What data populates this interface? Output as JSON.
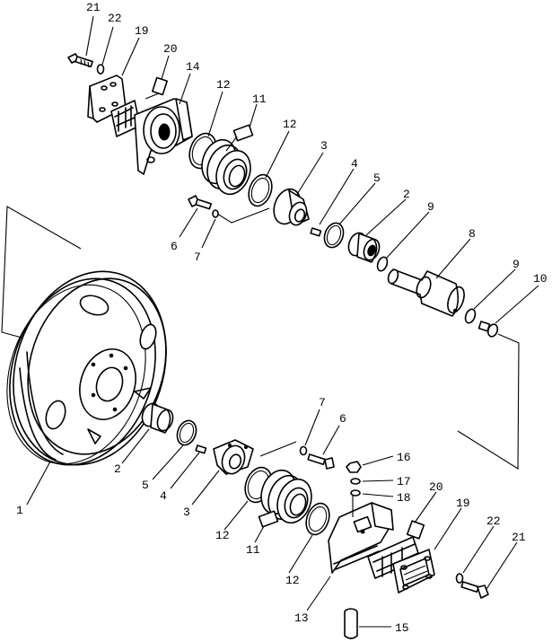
{
  "callouts": [
    {
      "id": "c21a",
      "text": "21"
    },
    {
      "id": "c22a",
      "text": "22"
    },
    {
      "id": "c19a",
      "text": "19"
    },
    {
      "id": "c20a",
      "text": "20"
    },
    {
      "id": "c14",
      "text": "14"
    },
    {
      "id": "c12a",
      "text": "12"
    },
    {
      "id": "c11a",
      "text": "11"
    },
    {
      "id": "c12b",
      "text": "12"
    },
    {
      "id": "c3a",
      "text": "3"
    },
    {
      "id": "c4a",
      "text": "4"
    },
    {
      "id": "c5a",
      "text": "5"
    },
    {
      "id": "c2a",
      "text": "2"
    },
    {
      "id": "c9a",
      "text": "9"
    },
    {
      "id": "c8",
      "text": "8"
    },
    {
      "id": "c9b",
      "text": "9"
    },
    {
      "id": "c10",
      "text": "10"
    },
    {
      "id": "c6a",
      "text": "6"
    },
    {
      "id": "c7a",
      "text": "7"
    },
    {
      "id": "c1",
      "text": "1"
    },
    {
      "id": "c2b",
      "text": "2"
    },
    {
      "id": "c5b",
      "text": "5"
    },
    {
      "id": "c4b",
      "text": "4"
    },
    {
      "id": "c3b",
      "text": "3"
    },
    {
      "id": "c7b",
      "text": "7"
    },
    {
      "id": "c6b",
      "text": "6"
    },
    {
      "id": "c16",
      "text": "16"
    },
    {
      "id": "c17",
      "text": "17"
    },
    {
      "id": "c18",
      "text": "18"
    },
    {
      "id": "c20b",
      "text": "20"
    },
    {
      "id": "c19b",
      "text": "19"
    },
    {
      "id": "c22b",
      "text": "22"
    },
    {
      "id": "c21b",
      "text": "21"
    },
    {
      "id": "c12c",
      "text": "12"
    },
    {
      "id": "c11b",
      "text": "11"
    },
    {
      "id": "c12d",
      "text": "12"
    },
    {
      "id": "c13",
      "text": "13"
    },
    {
      "id": "c15",
      "text": "15"
    }
  ]
}
